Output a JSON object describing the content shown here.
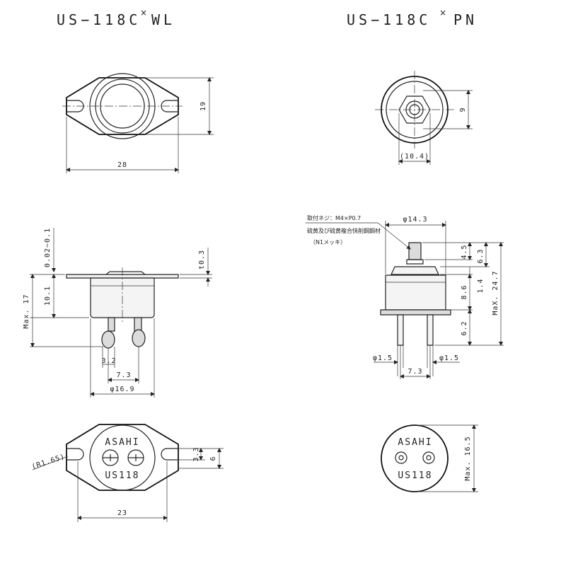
{
  "titles": {
    "left": "US−118C",
    "left_suffix": "WL",
    "right": "US−118C",
    "right_suffix": "PN",
    "stacked_mark": "×"
  },
  "top_left_dims": {
    "height": "19",
    "width": "28"
  },
  "top_right_dims": {
    "height": "9",
    "width": "(10.4)"
  },
  "side_left_dims": {
    "gap": "0.02~0.1",
    "flange": "t0.3",
    "body": "10.1",
    "max": "Max. 17",
    "terminal_w": "3.2",
    "pitch": "7.3",
    "diameter": "φ16.9"
  },
  "side_right_notes": {
    "screw": "取付ネジ：M4×P0.7",
    "material": "硫黄及び硫黄複合快削鋼鋼材",
    "plating": "（N1メッキ）"
  },
  "side_right_dims": {
    "diameter": "φ14.3",
    "stud": "4.5",
    "stud_total": "6.3",
    "hex": "1.4",
    "body": "8.6",
    "max": "MaX. 24.7",
    "pins": "6.2",
    "pin_left": "φ1.5",
    "pin_right": "φ1.5",
    "pitch": "7.3"
  },
  "bottom_left": {
    "brand": "ASAHI",
    "model": "US118",
    "radius": "(R1.65)",
    "slot": "3.3",
    "slot_h": "6",
    "width": "23"
  },
  "bottom_right": {
    "brand": "ASAHI",
    "model": "US118",
    "max": "Max. 16.5"
  }
}
